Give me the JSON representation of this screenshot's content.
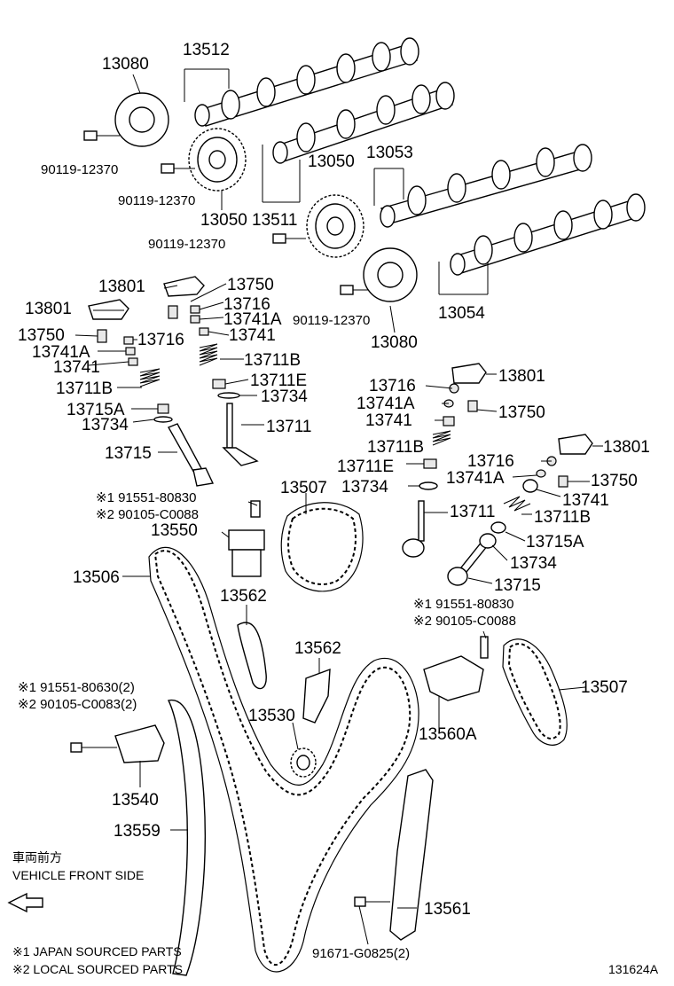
{
  "diagram": {
    "figure_id": "131624A",
    "labels": {
      "p13080_top": "13080",
      "p13512": "13512",
      "p90119_a": "90119-12370",
      "p90119_b": "90119-12370",
      "p13050_a": "13050",
      "p13053": "13053",
      "p13050_b": "13050",
      "p13511": "13511",
      "p90119_c": "90119-12370",
      "p90119_d": "90119-12370",
      "p13054": "13054",
      "p13080_bot": "13080",
      "p13801_a": "13801",
      "p13750_a": "13750",
      "p13716_a": "13716",
      "p13741A_a": "13741A",
      "p13801_b": "13801",
      "p13741_a": "13741",
      "p13750_b": "13750",
      "p13716_b": "13716",
      "p13711B_a": "13711B",
      "p13741A_b": "13741A",
      "p13741_b": "13741",
      "p13711E_a": "13711E",
      "p13711B_b": "13711B",
      "p13734_a": "13734",
      "p13715A_a": "13715A",
      "p13734_b": "13734",
      "p13711_a": "13711",
      "p13715_a": "13715",
      "p13716_c": "13716",
      "p13801_c": "13801",
      "p13741A_c": "13741A",
      "p13750_c": "13750",
      "p13741_c": "13741",
      "p13711B_c": "13711B",
      "p13801_d": "13801",
      "p13711E_b": "13711E",
      "p13716_d": "13716",
      "p13734_c": "13734",
      "p13741A_d": "13741A",
      "p13750_d": "13750",
      "p13741_d": "13741",
      "p13711_b": "13711",
      "p13711B_d": "13711B",
      "p13715A_b": "13715A",
      "p13734_d": "13734",
      "p13715_b": "13715",
      "note1_a": "※1 91551-80830",
      "note2_a": "※2 90105-C0088",
      "p13507_a": "13507",
      "p13550": "13550",
      "p13506": "13506",
      "p13562_a": "13562",
      "note1_b": "※1 91551-80830",
      "note2_b": "※2 90105-C0088",
      "p13562_b": "13562",
      "note1_c": "※1 91551-80630(2)",
      "note2_c": "※2 90105-C0083(2)",
      "p13530": "13530",
      "p13560A": "13560A",
      "p13507_b": "13507",
      "p13540": "13540",
      "p13559": "13559",
      "p13561": "13561",
      "p91671": "91671-G0825(2)"
    },
    "direction": {
      "jp": "車両前方",
      "en": "VEHICLE FRONT SIDE"
    },
    "legend": {
      "note1": "※1 JAPAN SOURCED PARTS",
      "note2": "※2 LOCAL SOURCED PARTS"
    }
  }
}
